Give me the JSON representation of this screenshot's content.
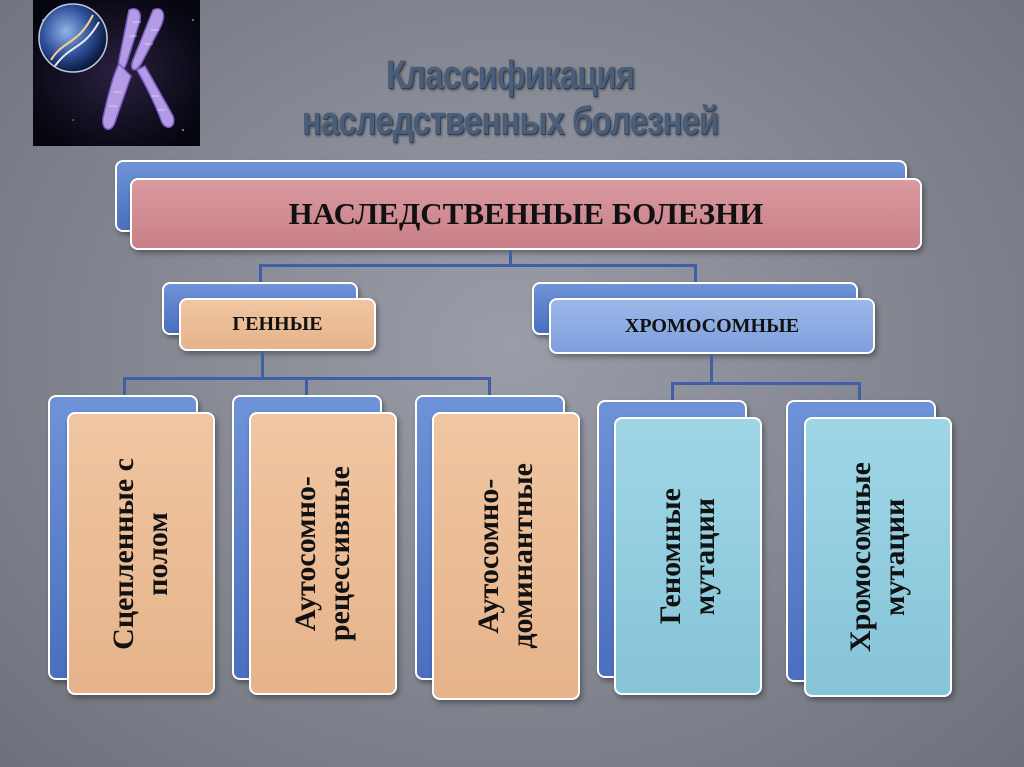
{
  "title": {
    "line1": "Классификация",
    "line2": "наследственных болезней"
  },
  "root": {
    "label": "НАСЛЕДСТВЕННЫЕ БОЛЕЗНИ"
  },
  "categories": [
    {
      "label": "ГЕННЫЕ"
    },
    {
      "label": "ХРОМОСОМНЫЕ"
    }
  ],
  "leaves": [
    {
      "line1": "Сцепленные с",
      "line2": "полом"
    },
    {
      "line1": "Аутосомно-",
      "line2": "рецессивные"
    },
    {
      "line1": "Аутосомно-",
      "line2": "доминантные"
    },
    {
      "line1": "Геномные",
      "line2": "мутации"
    },
    {
      "line1": "Хромосомные",
      "line2": "мутации"
    }
  ],
  "colors": {
    "back_blue": "#4a6fbf",
    "root_pink": "#c97f87",
    "gene_tan": "#e6b38a",
    "chromo_lightblue": "#7f9fdc",
    "mutation_cyan": "#86c4d8"
  }
}
